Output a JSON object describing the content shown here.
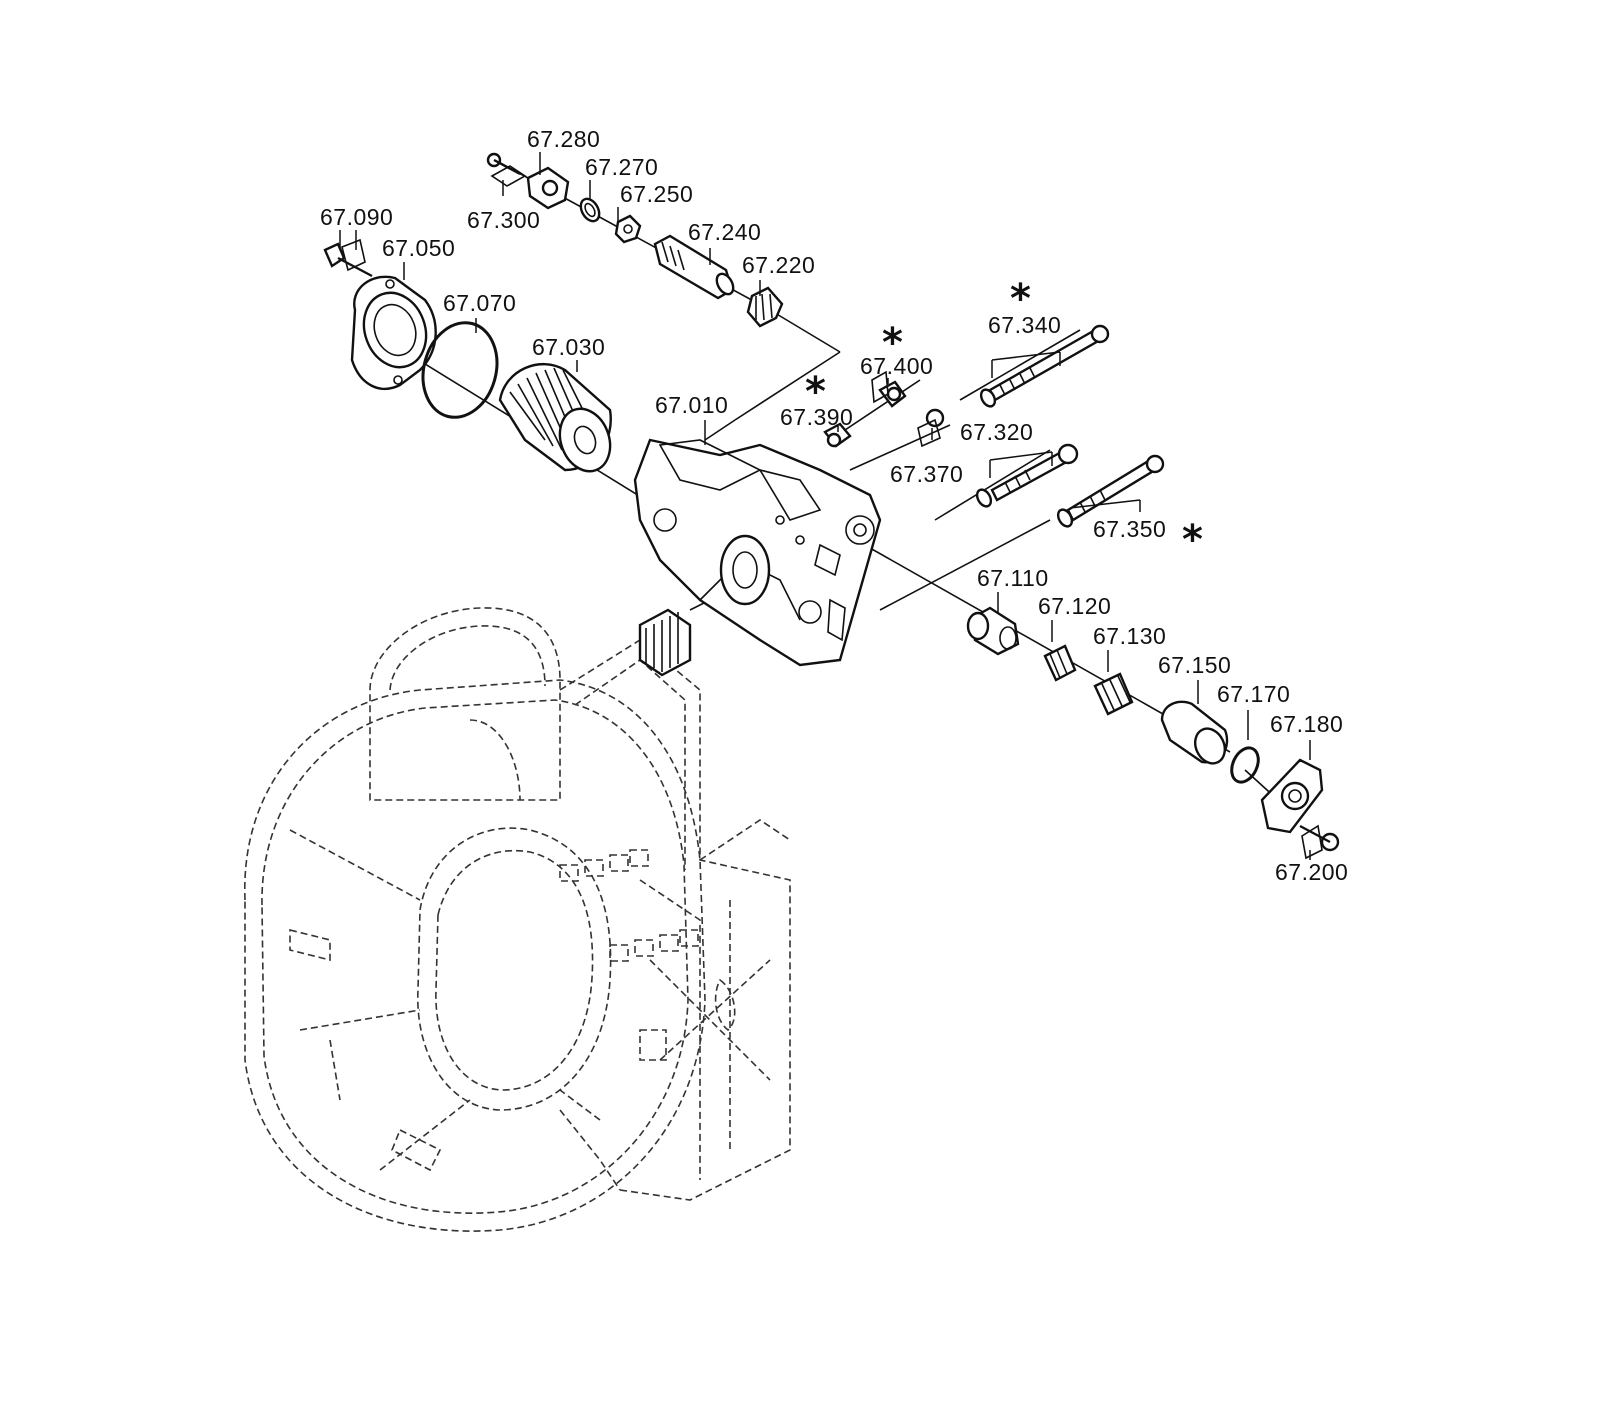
{
  "diagram": {
    "part_labels": [
      "67.280",
      "67.270",
      "67.250",
      "67.300",
      "67.240",
      "67.220",
      "67.090",
      "67.050",
      "67.070",
      "67.030",
      "67.010",
      "67.390",
      "67.400",
      "67.370",
      "67.340",
      "67.320",
      "67.350",
      "67.110",
      "67.120",
      "67.130",
      "67.150",
      "67.170",
      "67.180",
      "67.200"
    ],
    "marker": "*"
  }
}
